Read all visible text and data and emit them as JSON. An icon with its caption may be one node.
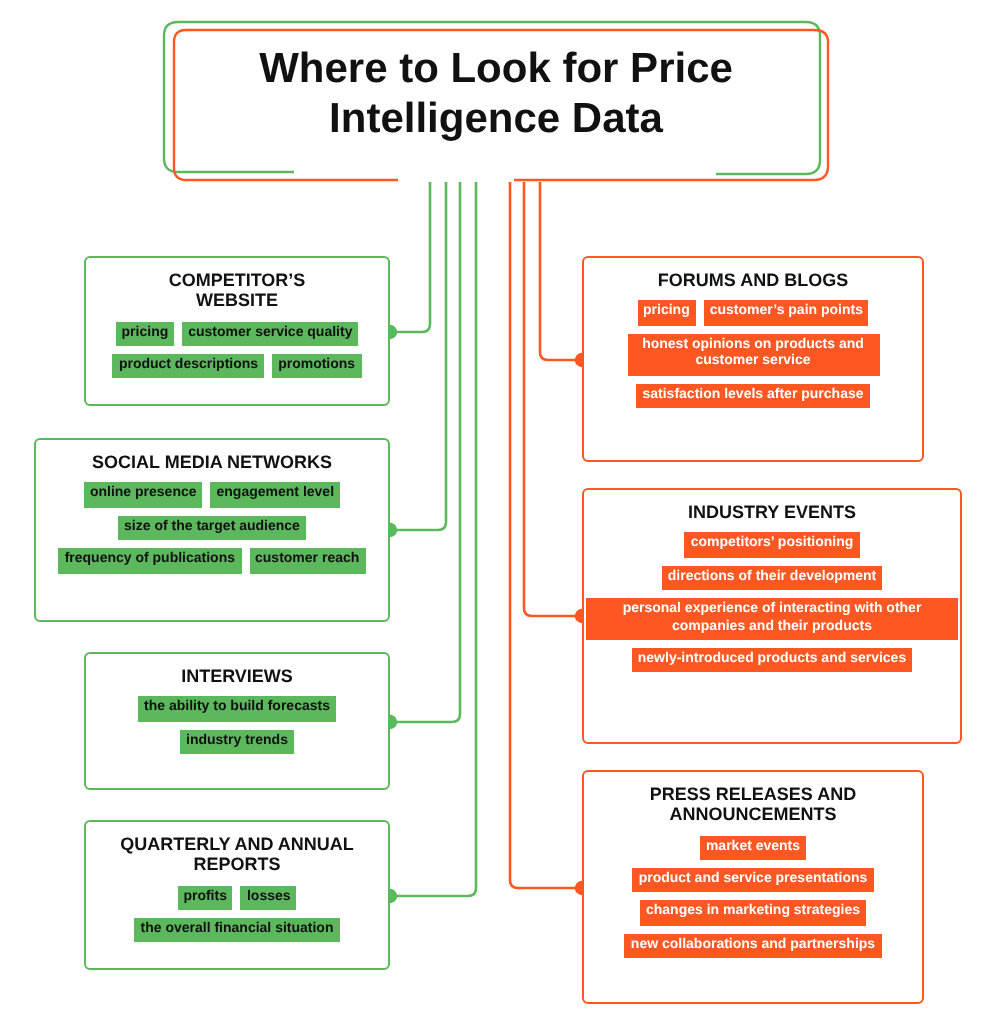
{
  "diagram": {
    "nodes": [
      {
        "text": [
          "Where to Look for Price Intelligence Data"
        ]
      },
      {
        "text": [
          "COMPETITOR’S WEBSITE"
        ]
      },
      {
        "text": [
          "pricing"
        ],
        "in": 1
      },
      {
        "text": [
          "customer service quality"
        ],
        "in": 1
      },
      {
        "text": [
          "product descriptions"
        ],
        "in": 1
      },
      {
        "text": [
          "promotions"
        ],
        "in": 1
      },
      {
        "text": [
          "SOCIAL MEDIA NETWORKS"
        ]
      },
      {
        "text": [
          "online presence"
        ],
        "in": 6
      },
      {
        "text": [
          "engagement level"
        ],
        "in": 6
      },
      {
        "text": [
          "size of the target audience"
        ],
        "in": 6
      },
      {
        "text": [
          "frequency of publications"
        ],
        "in": 6
      },
      {
        "text": [
          "customer reach"
        ],
        "in": 6
      },
      {
        "text": [
          "INTERVIEWS"
        ]
      },
      {
        "text": [
          "the ability to build forecasts"
        ],
        "in": 12
      },
      {
        "text": [
          "industry trends"
        ],
        "in": 12
      },
      {
        "text": [
          "QUARTERLY AND ANNUAL REPORTS"
        ]
      },
      {
        "text": [
          "profits"
        ],
        "in": 15
      },
      {
        "text": [
          "losses"
        ],
        "in": 15
      },
      {
        "text": [
          "the overall financial situation"
        ],
        "in": 15
      },
      {
        "text": [
          "FORUMS AND BLOGS"
        ]
      },
      {
        "text": [
          "pricing"
        ],
        "in": 19
      },
      {
        "text": [
          "customer’s pain points"
        ],
        "in": 19
      },
      {
        "text": [
          "honest opinions on products and customer service"
        ],
        "in": 19
      },
      {
        "text": [
          "satisfaction levels after purchase"
        ],
        "in": 19
      },
      {
        "text": [
          "INDUSTRY EVENTS"
        ]
      },
      {
        "text": [
          "competitors’ positioning"
        ],
        "in": 24
      },
      {
        "text": [
          "directions of their development"
        ],
        "in": 24
      },
      {
        "text": [
          "personal experience of interacting with other companies and their products"
        ],
        "in": 24
      },
      {
        "text": [
          "newly-introduced products and services"
        ],
        "in": 24
      },
      {
        "text": [
          "PRESS RELEASES AND ANNOUNCEMENTS"
        ]
      },
      {
        "text": [
          "market events"
        ],
        "in": 29
      },
      {
        "text": [
          "product and service presentations"
        ],
        "in": 29
      },
      {
        "text": [
          "changes in marketing strategies"
        ],
        "in": 29
      },
      {
        "text": [
          "new collaborations and partnerships"
        ],
        "in": 29
      }
    ],
    "edges": [
      {
        "from": 0,
        "to": 1,
        "arrow": "other"
      },
      {
        "from": 0,
        "to": 6,
        "arrow": "other"
      },
      {
        "from": 0,
        "to": 12,
        "arrow": "other"
      },
      {
        "from": 0,
        "to": 15,
        "arrow": "other"
      },
      {
        "from": 0,
        "to": 19,
        "arrow": "other",
        "color": "#ff5722"
      },
      {
        "from": 0,
        "to": 24,
        "arrow": "other",
        "color": "#ff5722"
      },
      {
        "from": 0,
        "to": 29,
        "arrow": "other",
        "color": "#ff5722"
      }
    ]
  }
}
